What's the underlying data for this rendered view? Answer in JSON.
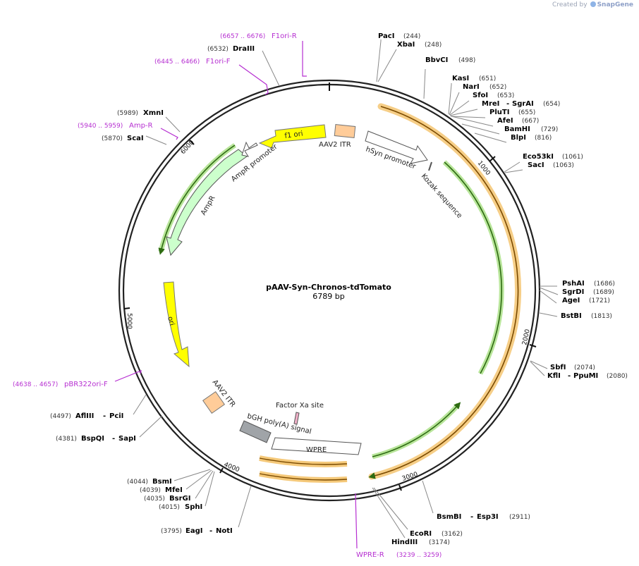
{
  "watermark": {
    "created_by": "Created by",
    "brand": "SnapGene"
  },
  "plasmid": {
    "name": "pAAV-Syn-Chronos-tdTomato",
    "length_label": "6789 bp",
    "length": 6789
  },
  "ticks": [
    "1000",
    "2000",
    "3000",
    "4000",
    "5000",
    "6000"
  ],
  "enzymes": [
    {
      "name": "PacI",
      "pos": "(244)"
    },
    {
      "name": "XbaI",
      "pos": "(248)"
    },
    {
      "name": "BbvCI",
      "pos": "(498)"
    },
    {
      "name": "KasI",
      "pos": "(651)"
    },
    {
      "name": "NarI",
      "pos": "(652)"
    },
    {
      "name": "SfoI",
      "pos": "(653)"
    },
    {
      "name": "MreI",
      "name2": "SgrAI",
      "pos": "(654)"
    },
    {
      "name": "PluTI",
      "pos": "(655)"
    },
    {
      "name": "AfeI",
      "pos": "(667)"
    },
    {
      "name": "BamHI",
      "pos": "(729)"
    },
    {
      "name": "BlpI",
      "pos": "(816)"
    },
    {
      "name": "Eco53kI",
      "pos": "(1061)"
    },
    {
      "name": "SacI",
      "pos": "(1063)"
    },
    {
      "name": "PshAI",
      "pos": "(1686)"
    },
    {
      "name": "SgrDI",
      "pos": "(1689)"
    },
    {
      "name": "AgeI",
      "pos": "(1721)"
    },
    {
      "name": "BstBI",
      "pos": "(1813)"
    },
    {
      "name": "SbfI",
      "pos": "(2074)"
    },
    {
      "name": "KflI",
      "name2": "PpuMI",
      "pos": "(2080)"
    },
    {
      "name": "BsmBI",
      "name2": "Esp3I",
      "pos": "(2911)"
    },
    {
      "name": "EcoRI",
      "pos": "(3162)"
    },
    {
      "name": "HindIII",
      "pos": "(3174)"
    },
    {
      "name": "EagI",
      "name2": "NotI",
      "pos": "(3795)"
    },
    {
      "name": "SphI",
      "pos": "(4015)"
    },
    {
      "name": "BsrGI",
      "pos": "(4035)"
    },
    {
      "name": "MfeI",
      "pos": "(4039)"
    },
    {
      "name": "BsmI",
      "pos": "(4044)"
    },
    {
      "name": "BspQI",
      "name2": "SapI",
      "pos": "(4381)"
    },
    {
      "name": "AflIII",
      "name2": "PciI",
      "pos": "(4497)"
    },
    {
      "name": "ScaI",
      "pos": "(5870)"
    },
    {
      "name": "XmnI",
      "pos": "(5989)"
    },
    {
      "name": "DraIII",
      "pos": "(6532)"
    }
  ],
  "primers": [
    {
      "name": "F1ori-R",
      "range": "(6657 .. 6676)"
    },
    {
      "name": "F1ori-F",
      "range": "(6445 .. 6466)"
    },
    {
      "name": "Amp-R",
      "range": "(5940 .. 5959)"
    },
    {
      "name": "pBR322ori-F",
      "range": "(4638 .. 4657)"
    },
    {
      "name": "WPRE-R",
      "range": "(3239 .. 3259)"
    }
  ],
  "features": {
    "aav2_itr_top": "AAV2 ITR",
    "f1_ori": "f1 ori",
    "hsyn_promoter": "hSyn promoter",
    "kozak": "Kozak sequence",
    "ampr_promoter": "AmpR promoter",
    "ampr": "AmpR",
    "ori": "ori",
    "aav2_itr_bottom": "AAV2 ITR",
    "factor_xa": "Factor Xa site",
    "bgh": "bGH poly(A) signal",
    "wpre": "WPRE"
  },
  "colors": {
    "backbone": "#222222",
    "primer": "#b62fd1",
    "ori": "#ffff00",
    "ampr": "#ccffcc",
    "itr": "#ffcc99",
    "bgh": "#a0a4a8",
    "orange_feature": "#f5c97a",
    "green_feature": "#7ac943"
  }
}
